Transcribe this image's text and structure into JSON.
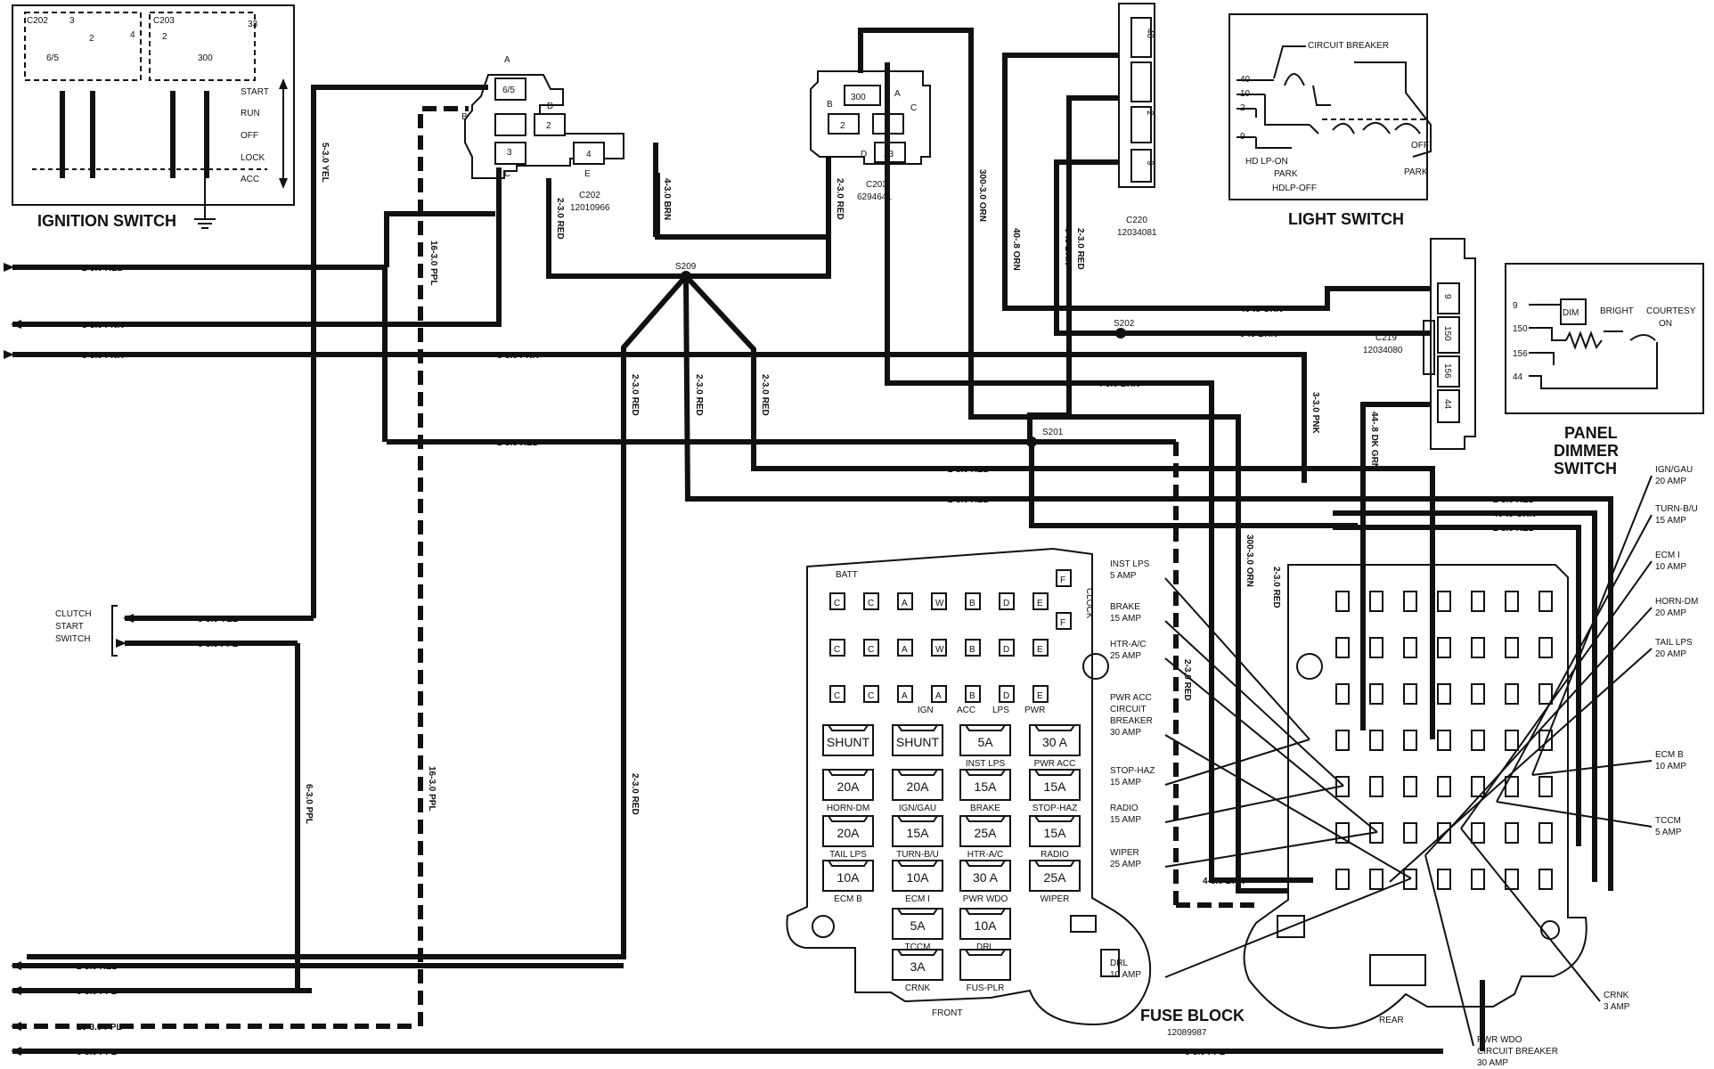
{
  "ignition_switch": {
    "title": "IGNITION SWITCH",
    "conn_a": "C202",
    "conn_b": "C203",
    "pins": [
      "3",
      "2",
      "4",
      "6/5",
      "2",
      "33",
      "300"
    ],
    "positions": [
      "START",
      "RUN",
      "OFF",
      "LOCK",
      "ACC"
    ]
  },
  "c202": {
    "name": "C202",
    "part": "12010966",
    "cavities": [
      "A",
      "B",
      "C",
      "D",
      "E"
    ],
    "pins": [
      "6/5",
      "3",
      "2",
      "4"
    ]
  },
  "c203": {
    "name": "C203",
    "part": "6294641",
    "cavities": [
      "A",
      "B",
      "C",
      "D"
    ],
    "pins": [
      "300",
      "2",
      "33"
    ]
  },
  "c220": {
    "name": "C220",
    "part": "12034081",
    "pins": [
      "40",
      "2",
      "9"
    ]
  },
  "c219": {
    "name": "C219",
    "part": "12034080",
    "pins": [
      "9",
      "150",
      "156",
      "44"
    ]
  },
  "light_switch": {
    "title": "LIGHT SWITCH",
    "circuit_breaker": "CIRCUIT BREAKER",
    "pins": [
      "40",
      "10",
      "2",
      "9"
    ],
    "positions": [
      "HD LP-ON",
      "PARK",
      "HDLP-OFF",
      "PARK",
      "OFF"
    ]
  },
  "panel_dimmer": {
    "title": [
      "PANEL",
      "DIMMER",
      "SWITCH"
    ],
    "pins": [
      "9",
      "150",
      "156",
      "44"
    ],
    "labels": [
      "DIM",
      "BRIGHT",
      "COURTESY",
      "ON"
    ]
  },
  "splices": [
    "S209",
    "S201",
    "S202"
  ],
  "clutch_start_switch": [
    "CLUTCH",
    "START",
    "SWITCH"
  ],
  "wires": {
    "red_2": "2-3.0 RED",
    "pnk_3": "3-3.0 PNK",
    "yel_5": "5-3.0 YEL",
    "ppl_6": "6-3.0 PPL",
    "ppl_16": "16-3.0 PPL",
    "brn_4": "4-3.0 BRN",
    "orn_300": "300-3.0 ORN",
    "orn_40": "40-.8 ORN",
    "brn_9": "9-.8 BRN",
    "dkgrn_44": "44-.8 DK GRN"
  },
  "fuse_block": {
    "title": "FUSE BLOCK",
    "part": "12089987",
    "front_label": "FRONT",
    "rear_label": "REAR",
    "batt_label": "BATT",
    "clock_label": "CLOCK",
    "terminal_rows": [
      [
        "C",
        "C",
        "A",
        "W",
        "B",
        "D",
        "E"
      ],
      [
        "C",
        "C",
        "A",
        "W",
        "B",
        "D",
        "E"
      ],
      [
        "C",
        "C",
        "A",
        "A",
        "B",
        "D",
        "E"
      ]
    ],
    "terminal_labels": [
      "IGN",
      "ACC",
      "LPS",
      "PWR"
    ],
    "clock_terminal": "F",
    "fuses": [
      {
        "value": "SHUNT",
        "label": ""
      },
      {
        "value": "SHUNT",
        "label": ""
      },
      {
        "value": "5A",
        "label": "INST LPS"
      },
      {
        "value": "30 A",
        "label": "PWR ACC"
      },
      {
        "value": "20A",
        "label": "HORN-DM"
      },
      {
        "value": "20A",
        "label": "IGN/GAU"
      },
      {
        "value": "15A",
        "label": "BRAKE"
      },
      {
        "value": "15A",
        "label": "STOP-HAZ"
      },
      {
        "value": "20A",
        "label": "TAIL LPS"
      },
      {
        "value": "15A",
        "label": "TURN-B/U"
      },
      {
        "value": "25A",
        "label": "HTR-A/C"
      },
      {
        "value": "15A",
        "label": "RADIO"
      },
      {
        "value": "10A",
        "label": "ECM B"
      },
      {
        "value": "10A",
        "label": "ECM I"
      },
      {
        "value": "30 A",
        "label": "PWR WDO"
      },
      {
        "value": "25A",
        "label": "WIPER"
      },
      {
        "value": "5A",
        "label": "TCCM"
      },
      {
        "value": "10A",
        "label": "DRL"
      },
      {
        "value": "3A",
        "label": "CRNK"
      },
      {
        "value": "",
        "label": "FUS-PLR"
      }
    ]
  },
  "callouts_left": [
    [
      "INST LPS",
      "5 AMP"
    ],
    [
      "BRAKE",
      "15 AMP"
    ],
    [
      "HTR-A/C",
      "25 AMP"
    ],
    [
      "PWR ACC",
      "CIRCUIT",
      "BREAKER",
      "30 AMP"
    ],
    [
      "STOP-HAZ",
      "15 AMP"
    ],
    [
      "RADIO",
      "15 AMP"
    ],
    [
      "WIPER",
      "25 AMP"
    ],
    [
      "DRL",
      "10 AMP"
    ]
  ],
  "callouts_right": [
    [
      "IGN/GAU",
      "20 AMP"
    ],
    [
      "TURN-B/U",
      "15 AMP"
    ],
    [
      "ECM I",
      "10 AMP"
    ],
    [
      "HORN-DM",
      "20 AMP"
    ],
    [
      "TAIL LPS",
      "20 AMP"
    ],
    [
      "ECM B",
      "10 AMP"
    ],
    [
      "TCCM",
      "5 AMP"
    ],
    [
      "CRNK",
      "3 AMP"
    ],
    [
      "PWR WDO",
      "CIRCUIT BREAKER",
      "30 AMP"
    ]
  ]
}
